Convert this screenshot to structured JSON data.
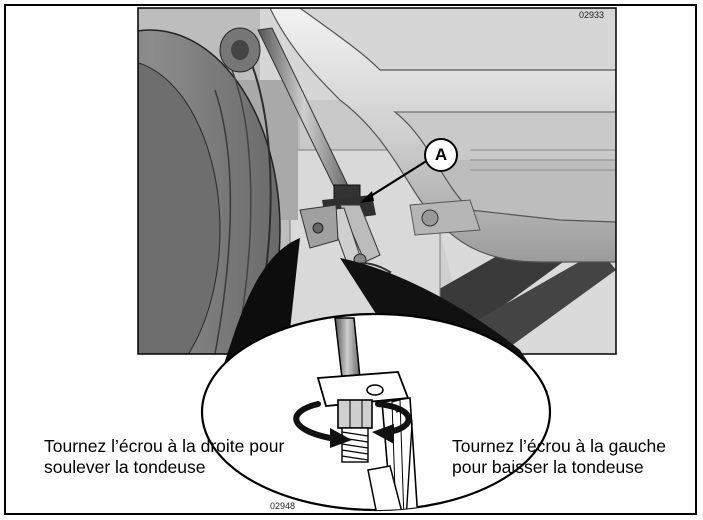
{
  "figure": {
    "code_top": "02933",
    "code_bottom": "02948",
    "callout_label": "A",
    "caption_left": "Tournez l’écrou à la droite pour soulever la tondeuse",
    "caption_right": "Tournez l’écrou à la gauche pour baisser la tondeuse"
  }
}
